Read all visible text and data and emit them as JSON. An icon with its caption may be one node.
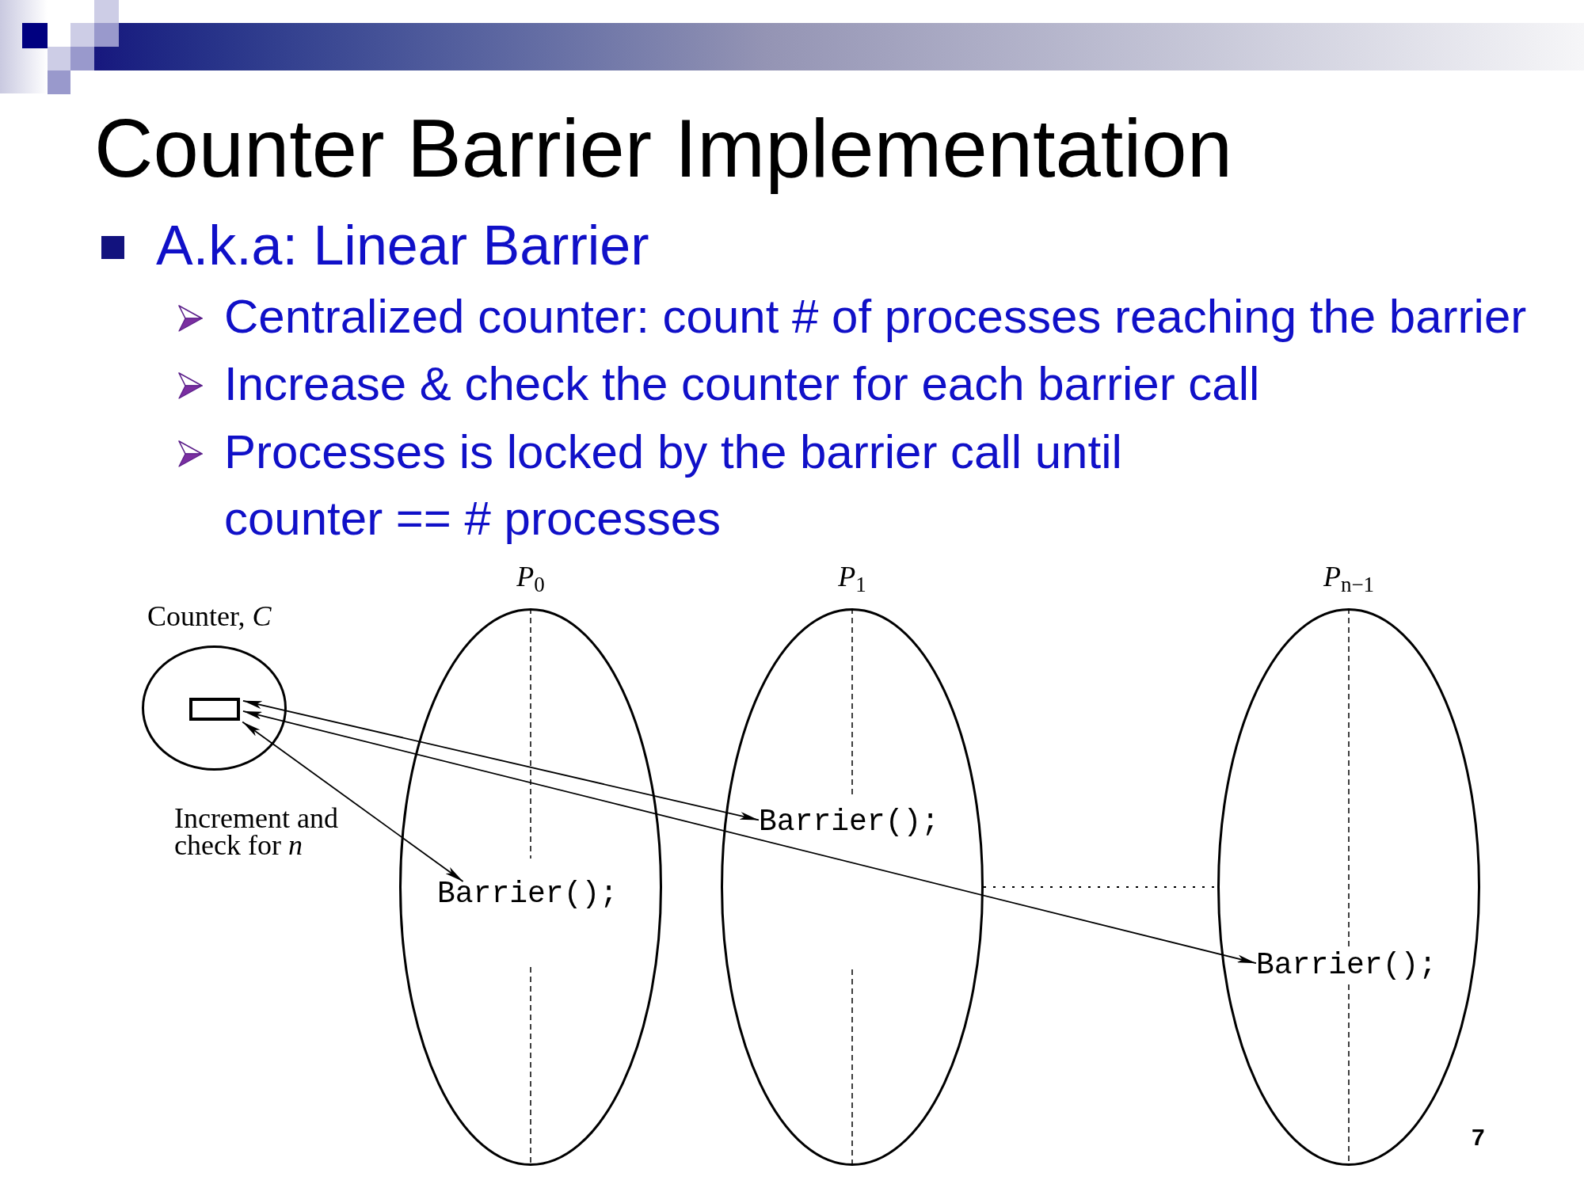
{
  "diagram": {
    "title": "Counter Barrier Implementation",
    "nodes": [
      {
        "text": [
          "Counter, *C*"
        ]
      },
      {
        "text": [],
        "shape": "box",
        "in": 0
      },
      {
        "text": [
          "*P*$_{0}$"
        ]
      },
      {
        "text": [
          "Barrier();"
        ],
        "in": 2
      },
      {
        "text": [
          "*P*$_{1}$"
        ]
      },
      {
        "text": [
          "Barrier();"
        ],
        "in": 4
      },
      {
        "text": [
          "*P*$_{n−1}$"
        ]
      },
      {
        "text": [
          "Barrier();"
        ],
        "in": 6
      }
    ],
    "edges": [
      {
        "from": 1,
        "to": 3,
        "arrow": "both",
        "label": "Increment and check for *n*"
      },
      {
        "from": 1,
        "to": 5,
        "arrow": "both"
      },
      {
        "from": 1,
        "to": 7,
        "arrow": "both"
      },
      {
        "from": 4,
        "to": 6,
        "arrow": "none",
        "style": "dashed"
      }
    ],
    "labels": [
      "A.k.a: Linear Barrier",
      "Centralized counter: count # of processes reaching the barrier",
      "Increase & check the counter for each barrier call",
      "Processes is locked by the barrier call until counter == # processes",
      "7"
    ]
  }
}
